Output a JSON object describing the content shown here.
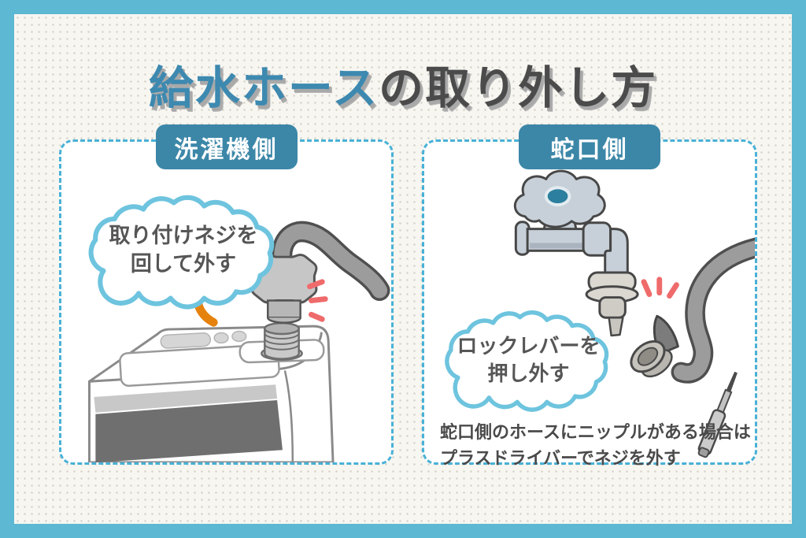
{
  "title": {
    "highlight": "給水ホース",
    "rest": "の取り外し方"
  },
  "panels": {
    "left": {
      "header": "洗濯機側",
      "bubble": {
        "line1": "取り付けネジを",
        "line2": "回して外す"
      }
    },
    "right": {
      "header": "蛇口側",
      "bubble": {
        "line1": "ロックレバーを",
        "line2": "押し外す"
      },
      "note": {
        "line1": "蛇口側のホースにニップルがある場合は",
        "line2": "プラスドライバーでネジを外す"
      }
    }
  },
  "icons": {
    "rotate_arrow": "curved-orange-rotation-arrow",
    "emphasis_left": "red-emphasis-dashes",
    "emphasis_right": "red-emphasis-dashes",
    "screwdriver": "phillips-screwdriver"
  },
  "colors": {
    "frame": "#5cb8d3",
    "background": "#f7f6f1",
    "background_dot": "#d7d4cb",
    "panel_border": "#49b1d6",
    "header_teal": "#3c87a8",
    "title_blue": "#3d89b0",
    "title_dark": "#4b4b4b",
    "title_shadow": "#a9a9a9",
    "cloud_stroke": "#6ec4de",
    "orange_arrow": "#e5820e",
    "emphasis_red": "#ef6b6b",
    "hose_gray": "#9c9c9c",
    "faucet_body": "#c7d0d9",
    "handle_dot_teal": "#2c7f9e",
    "text_dark": "#4a4a4a"
  }
}
